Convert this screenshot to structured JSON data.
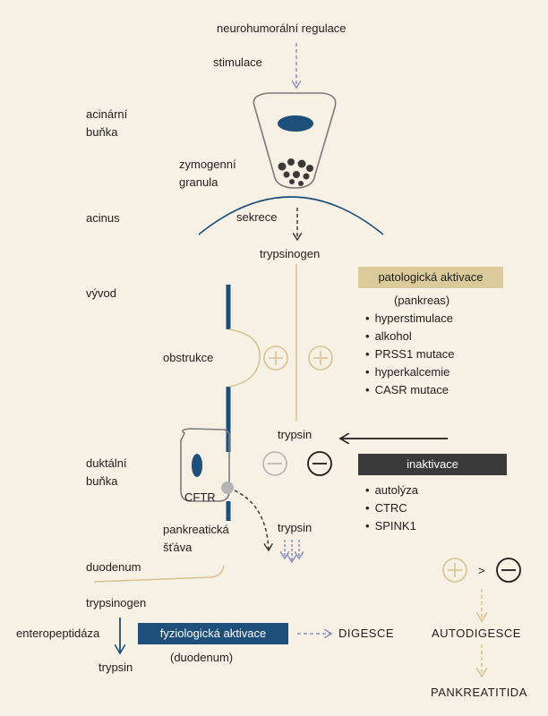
{
  "labels": {
    "neurohumoral": "neurohumorální regulace",
    "stimulace": "stimulace",
    "acinar_cell": "acinární\nbuňka",
    "zymogen": "zymogenní\ngranula",
    "acinus": "acinus",
    "sekrece": "sekrece",
    "trypsinogen_top": "trypsinogen",
    "vyvod": "vývod",
    "obstrukce": "obstrukce",
    "trypsin_mid": "trypsin",
    "ductal_cell": "duktální\nbuňka",
    "cftr": "CFTR",
    "pancreatic_juice": "pankreatická\nšťáva",
    "trypsin_juice": "trypsin",
    "duodenum": "duodenum",
    "trypsinogen_bottom": "trypsinogen",
    "enteropeptidase": "enteropeptidáza",
    "trypsin_bottom": "trypsin",
    "digesce": "DIGESCE",
    "autodigesce": "AUTODIGESCE",
    "pankreatitida": "PANKREATITIDA",
    "greater_than": ">"
  },
  "pathologic": {
    "title": "patologická aktivace",
    "subtitle": "(pankreas)",
    "items": [
      "hyperstimulace",
      "alkohol",
      "PRSS1 mutace",
      "hyperkalcemie",
      "CASR mutace"
    ]
  },
  "inactivation": {
    "title": "inaktivace",
    "items": [
      "autolýza",
      "CTRC",
      "SPINK1"
    ]
  },
  "physiologic": {
    "title": "fyziologická aktivace",
    "subtitle": "(duodenum)"
  },
  "colors": {
    "background": "#f6f1e4",
    "tan": "#dccb9a",
    "navy": "#1d4f7a",
    "dark": "#3a3a3a",
    "lavender": "#8c8fbe",
    "gray": "#b4b4b4"
  }
}
